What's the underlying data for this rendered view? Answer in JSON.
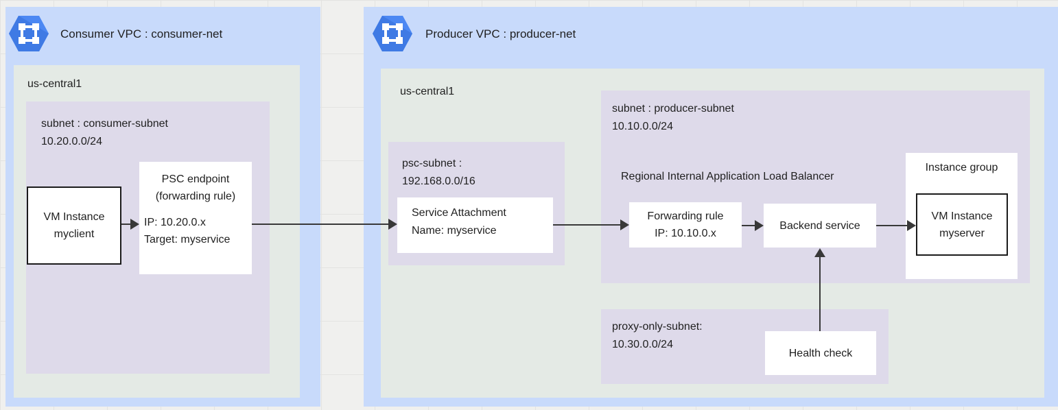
{
  "colors": {
    "vpc_panel_blue": "#c8dafb",
    "region_green": "#e4eae5",
    "subnet_lavender": "#dedaea",
    "canvas_gray": "#f0f0ee",
    "icon_blue": "#4c88f3",
    "arrow_dark": "#383838"
  },
  "consumer_vpc": {
    "title": "Consumer VPC : consumer-net",
    "icon": "vpc-network-hexagon-icon",
    "region": {
      "label": "us-central1",
      "subnet": {
        "name": "subnet : consumer-subnet",
        "cidr": "10.20.0.0/24"
      },
      "vm_instance": {
        "line1": "VM Instance",
        "line2": "myclient"
      },
      "psc_endpoint": {
        "title": "PSC endpoint (forwarding rule)",
        "ip": "IP: 10.20.0.x",
        "target": "Target: myservice"
      }
    }
  },
  "producer_vpc": {
    "title": "Producer VPC : producer-net",
    "icon": "vpc-network-hexagon-icon",
    "region": {
      "label": "us-central1",
      "psc_subnet": {
        "name": "psc-subnet :",
        "cidr": "192.168.0.0/16"
      },
      "service_attachment": {
        "line1": "Service Attachment",
        "line2": "Name: myservice"
      },
      "producer_subnet": {
        "name": "subnet : producer-subnet",
        "cidr": "10.10.0.0/24",
        "load_balancer_label": "Regional Internal Application Load Balancer",
        "forwarding_rule": {
          "line1": "Forwarding rule",
          "line2": "IP: 10.10.0.x"
        },
        "backend_service": "Backend service",
        "instance_group": {
          "label": "Instance group",
          "vm_instance": {
            "line1": "VM Instance",
            "line2": "myserver"
          }
        }
      },
      "proxy_subnet": {
        "name": "proxy-only-subnet:",
        "cidr": "10.30.0.0/24",
        "health_check": "Health check"
      }
    }
  }
}
